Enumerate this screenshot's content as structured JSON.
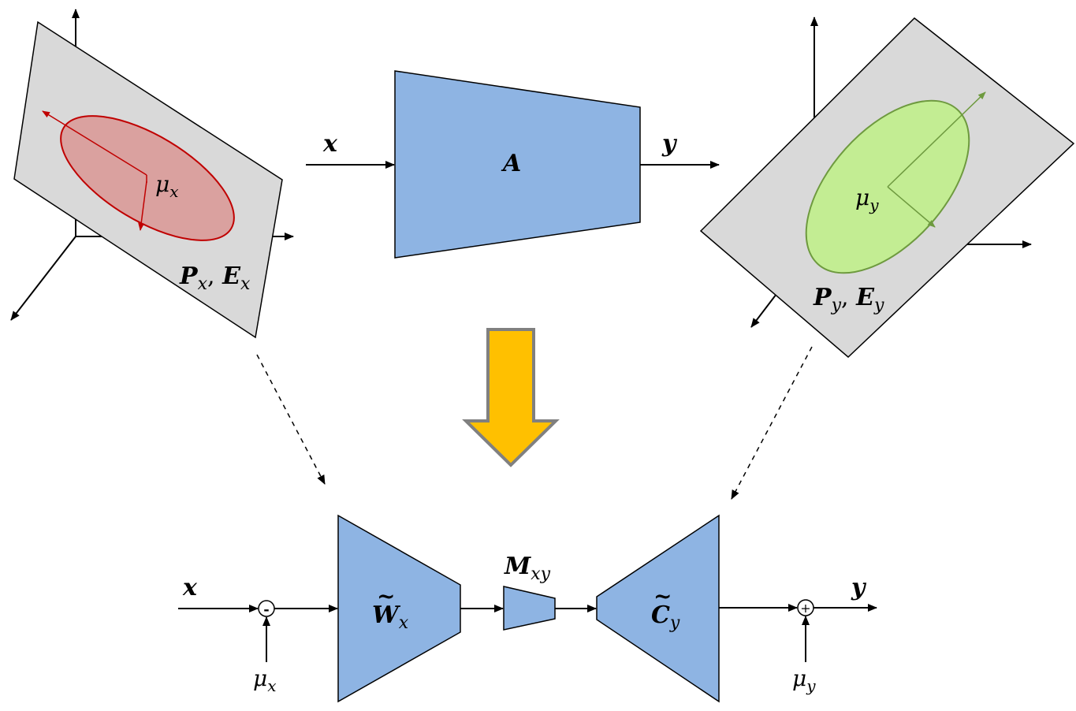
{
  "colors": {
    "block_fill": "#8eb4e3",
    "plane_fill": "#d9d9d9",
    "red_ellipse_fill": "#d99694",
    "red_ellipse_stroke": "#c00000",
    "green_ellipse_fill": "#c3ed93",
    "green_ellipse_stroke": "#6e9a3f",
    "big_arrow_fill": "#ffc000",
    "big_arrow_stroke": "#808080"
  },
  "top": {
    "input_label": "x",
    "output_label": "y",
    "block_label": "A",
    "left_plane": {
      "mean_label": "μ",
      "mean_sub": "x",
      "stats_p": "P",
      "stats_p_sub": "x",
      "sep": ", ",
      "stats_e": "E",
      "stats_e_sub": "x"
    },
    "right_plane": {
      "mean_label": "μ",
      "mean_sub": "y",
      "stats_p": "P",
      "stats_p_sub": "y",
      "sep": ", ",
      "stats_e": "E",
      "stats_e_sub": "y"
    }
  },
  "bottom": {
    "input_label": "x",
    "output_label": "y",
    "minus_sign": "-",
    "plus_sign": "+",
    "mu_in": "μ",
    "mu_in_sub": "x",
    "mu_out": "μ",
    "mu_out_sub": "y",
    "w_block": "W",
    "w_block_tilde": "~",
    "w_block_sub": "x",
    "m_block": "M",
    "m_block_sub": "xy",
    "c_block": "C",
    "c_block_tilde": "~",
    "c_block_sub": "y"
  }
}
